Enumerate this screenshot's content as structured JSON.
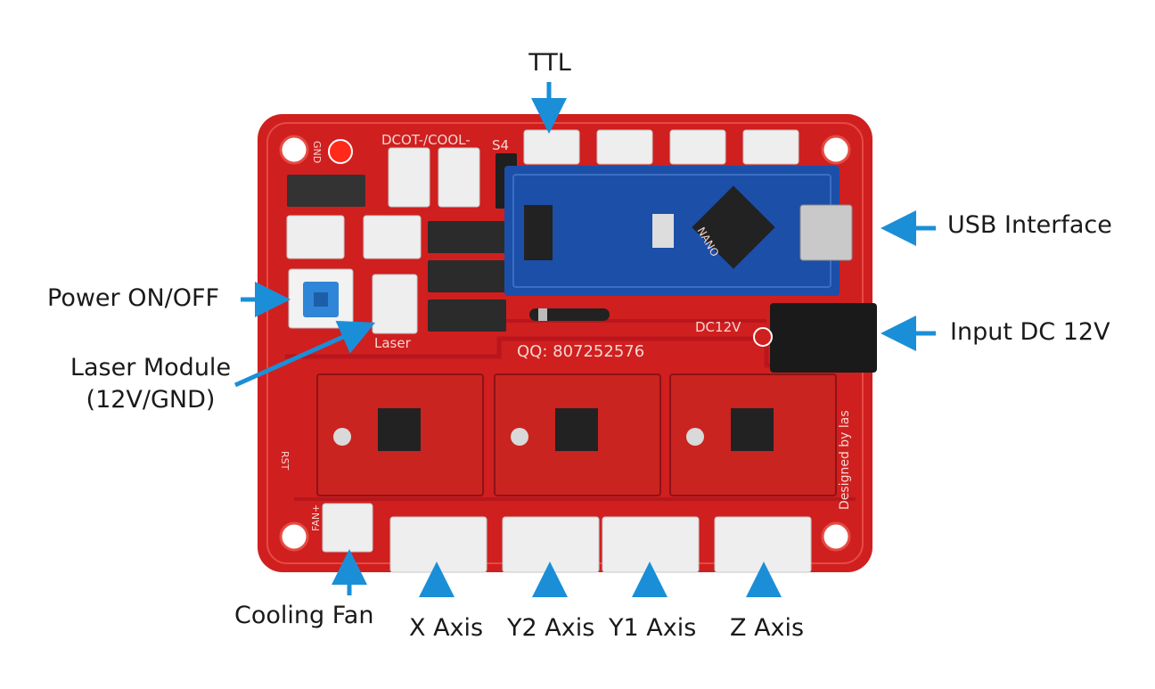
{
  "colors": {
    "board": "#d01f1f",
    "board_dark": "#a8141a",
    "arrow": "#1a8fd8",
    "nano": "#1c4fa8",
    "connector": "#eeeeee",
    "driver": "#c9241f"
  },
  "callouts": {
    "ttl": "TTL",
    "usb": "USB Interface",
    "input_dc": "Input DC 12V",
    "power": "Power ON/OFF",
    "laser_line1": "Laser Module",
    "laser_line2": "(12V/GND)",
    "cooling_fan": "Cooling Fan",
    "x_axis": "X Axis",
    "y2_axis": "Y2 Axis",
    "y1_axis": "Y1 Axis",
    "z_axis": "Z Axis"
  },
  "silkscreen": {
    "qq": "QQ:  807252576",
    "dc12v": "DC12V",
    "laser": "Laser",
    "designed": "Designed by las",
    "nano": "NANO",
    "dcot": "DCOT-/COOL-",
    "s4": "S4",
    "gnd": "GND",
    "fan": "FAN+",
    "rst": "RST"
  }
}
